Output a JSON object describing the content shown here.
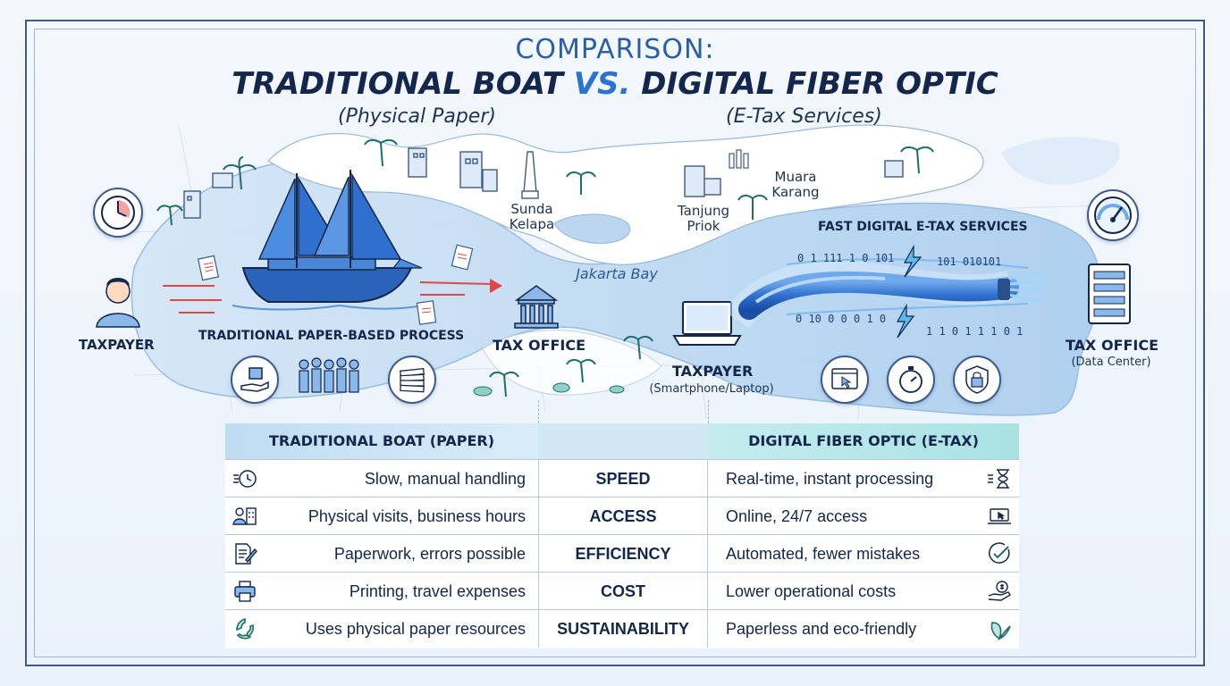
{
  "title": {
    "line1": "COMPARISON:",
    "left": "TRADITIONAL BOAT",
    "vs": "VS.",
    "right": "DIGITAL FIBER OPTIC",
    "sub_left": "(Physical Paper)",
    "sub_right": "(E-Tax Services)"
  },
  "map": {
    "places": {
      "sunda_kelapa": "Sunda\nKelapa",
      "tanjung_priok": "Tanjung\nPriok",
      "muara_karang": "Muara\nKarang",
      "jakarta_bay": "Jakarta Bay"
    },
    "left": {
      "taxpayer": "TAXPAYER",
      "process": "TRADITIONAL PAPER-BASED PROCESS",
      "tax_office": "TAX OFFICE"
    },
    "right": {
      "heading": "FAST DIGITAL E-TAX SERVICES",
      "taxpayer": "TAXPAYER",
      "taxpayer_device": "(Smartphone/Laptop)",
      "tax_office": "TAX OFFICE",
      "tax_office_sub": "(Data Center)",
      "binary": [
        "0  1  111 1 0 101",
        "101  010101",
        "0  10 0 0 0 1  0",
        "1 1 0 1 1 1 0 1"
      ]
    }
  },
  "table": {
    "header_left": "TRADITIONAL BOAT (PAPER)",
    "header_right": "DIGITAL FIBER OPTIC (E-TAX)",
    "rows": [
      {
        "left": "Slow, manual handling",
        "criterion": "SPEED",
        "right": "Real-time, instant processing",
        "icon_left": "clock-icon",
        "icon_right": "hourglass-icon"
      },
      {
        "left": "Physical visits, business hours",
        "criterion": "ACCESS",
        "right": "Online, 24/7 access",
        "icon_left": "person-building-icon",
        "icon_right": "laptop-icon"
      },
      {
        "left": "Paperwork, errors possible",
        "criterion": "EFFICIENCY",
        "right": "Automated, fewer mistakes",
        "icon_left": "document-edit-icon",
        "icon_right": "check-circle-icon"
      },
      {
        "left": "Printing, travel expenses",
        "criterion": "COST",
        "right": "Lower operational costs",
        "icon_left": "printer-icon",
        "icon_right": "money-hand-icon"
      },
      {
        "left": "Uses physical paper resources",
        "criterion": "SUSTAINABILITY",
        "right": "Paperless and eco-friendly",
        "icon_left": "recycle-icon",
        "icon_right": "leaf-icon"
      }
    ]
  },
  "colors": {
    "navy": "#13264c",
    "accent_blue": "#2b73d2",
    "sea": "#cfe3f5",
    "land": "#ffffff",
    "red_arrow": "#e04848"
  }
}
